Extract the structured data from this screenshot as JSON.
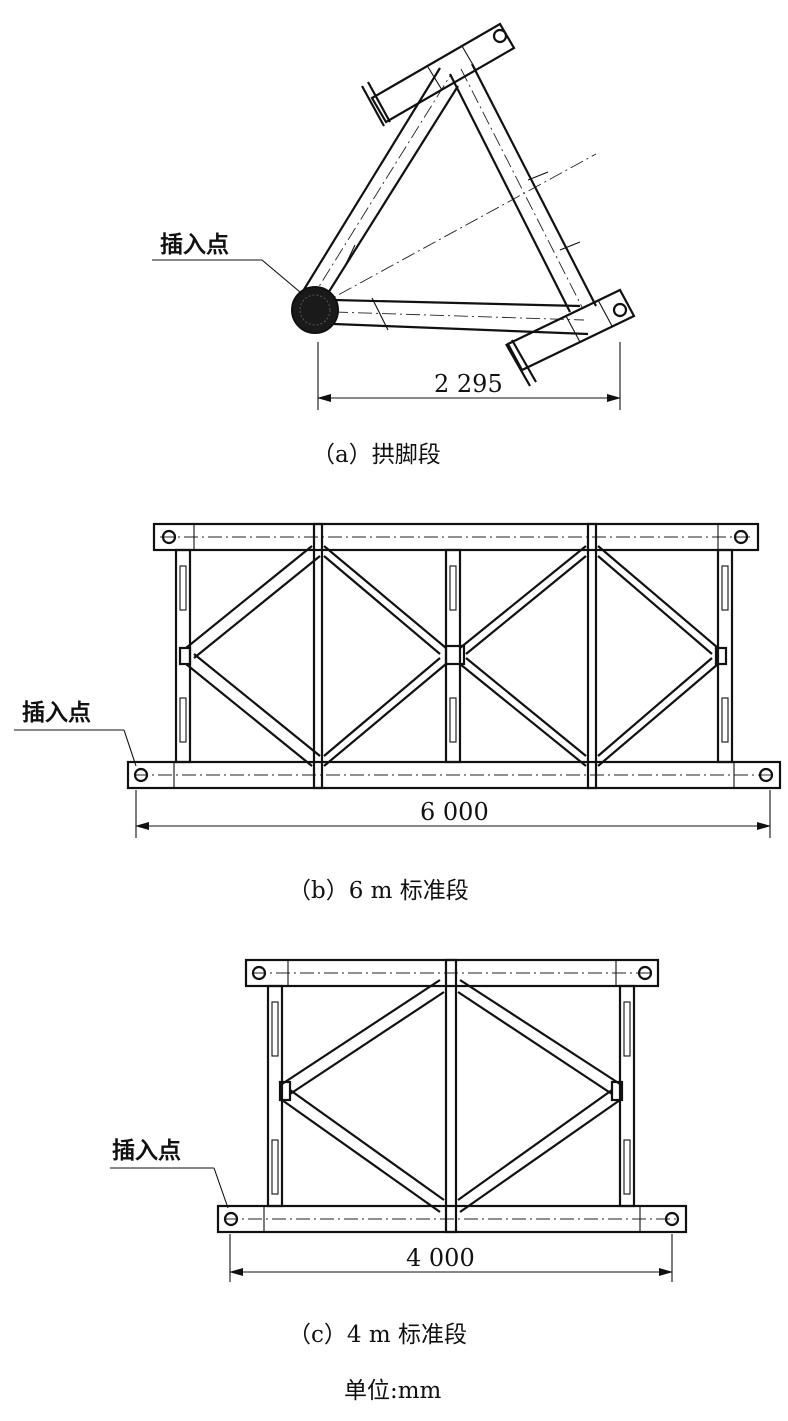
{
  "units_note": "单位:mm",
  "panels": [
    {
      "id": "a",
      "caption": "（a）拱脚段",
      "insertion_label": "插入点",
      "dimension": "2 295"
    },
    {
      "id": "b",
      "caption": "（b）6 m 标准段",
      "insertion_label": "插入点",
      "dimension": "6 000"
    },
    {
      "id": "c",
      "caption": "（c）4 m 标准段",
      "insertion_label": "插入点",
      "dimension": "4 000"
    }
  ],
  "colors": {
    "line": "#111111",
    "background": "#ffffff"
  }
}
